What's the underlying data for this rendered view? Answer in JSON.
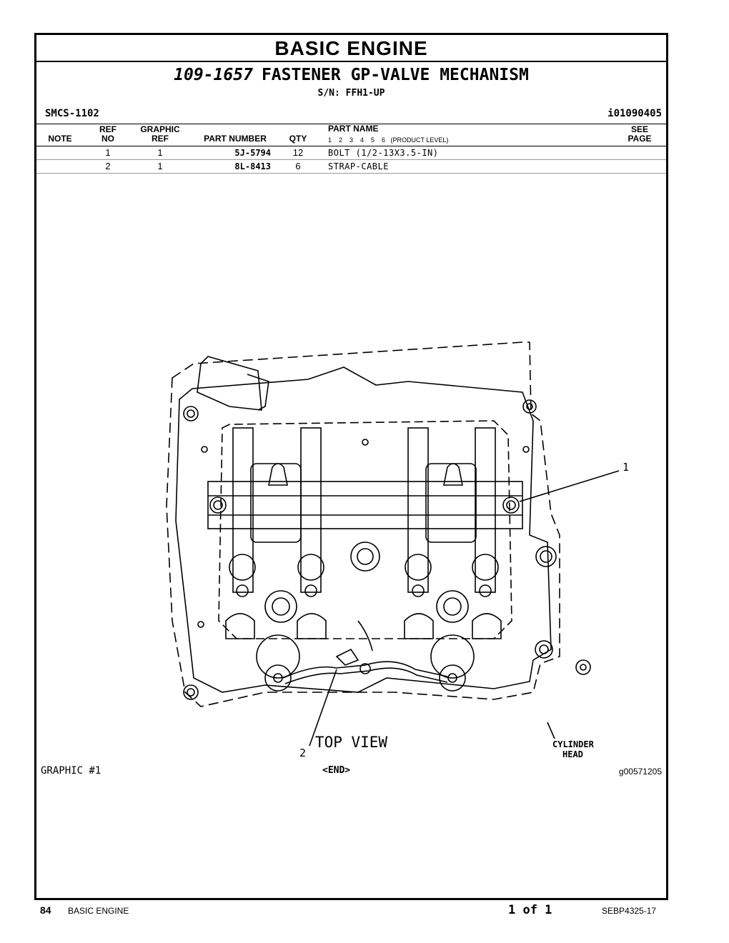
{
  "section_title": "BASIC ENGINE",
  "group": {
    "number": "109-1657",
    "name": "FASTENER GP-VALVE MECHANISM",
    "serial": "S/N: FFH1-UP"
  },
  "smcs": "SMCS-1102",
  "illustration_id": "i01090405",
  "table": {
    "headers": {
      "note": "NOTE",
      "ref_no_1": "REF",
      "ref_no_2": "NO",
      "graphic_ref_1": "GRAPHIC",
      "graphic_ref_2": "REF",
      "part_number": "PART NUMBER",
      "qty": "QTY",
      "part_name": "PART NAME",
      "levels": "1    2    3    4    5    6   (PRODUCT LEVEL)",
      "see_page_1": "SEE",
      "see_page_2": "PAGE"
    },
    "rows": [
      {
        "ref_no": "1",
        "graphic_ref": "1",
        "part_number": "5J-5794",
        "qty": "12",
        "part_name": "BOLT (1/2-13X3.5-IN)"
      },
      {
        "ref_no": "2",
        "graphic_ref": "1",
        "part_number": "8L-8413",
        "qty": "6",
        "part_name": "STRAP-CABLE"
      }
    ]
  },
  "drawing": {
    "callout_1": "1",
    "callout_2": "2",
    "label_cyl_1": "CYLINDER",
    "label_cyl_2": "HEAD",
    "view_label": "TOP VIEW"
  },
  "graphic_label": "GRAPHIC #1",
  "end_mark": "<END>",
  "graphic_id": "g00571205",
  "footer": {
    "page_number": "84",
    "section": "BASIC ENGINE",
    "page_of": "1 of 1",
    "doc_number": "SEBP4325-17"
  }
}
